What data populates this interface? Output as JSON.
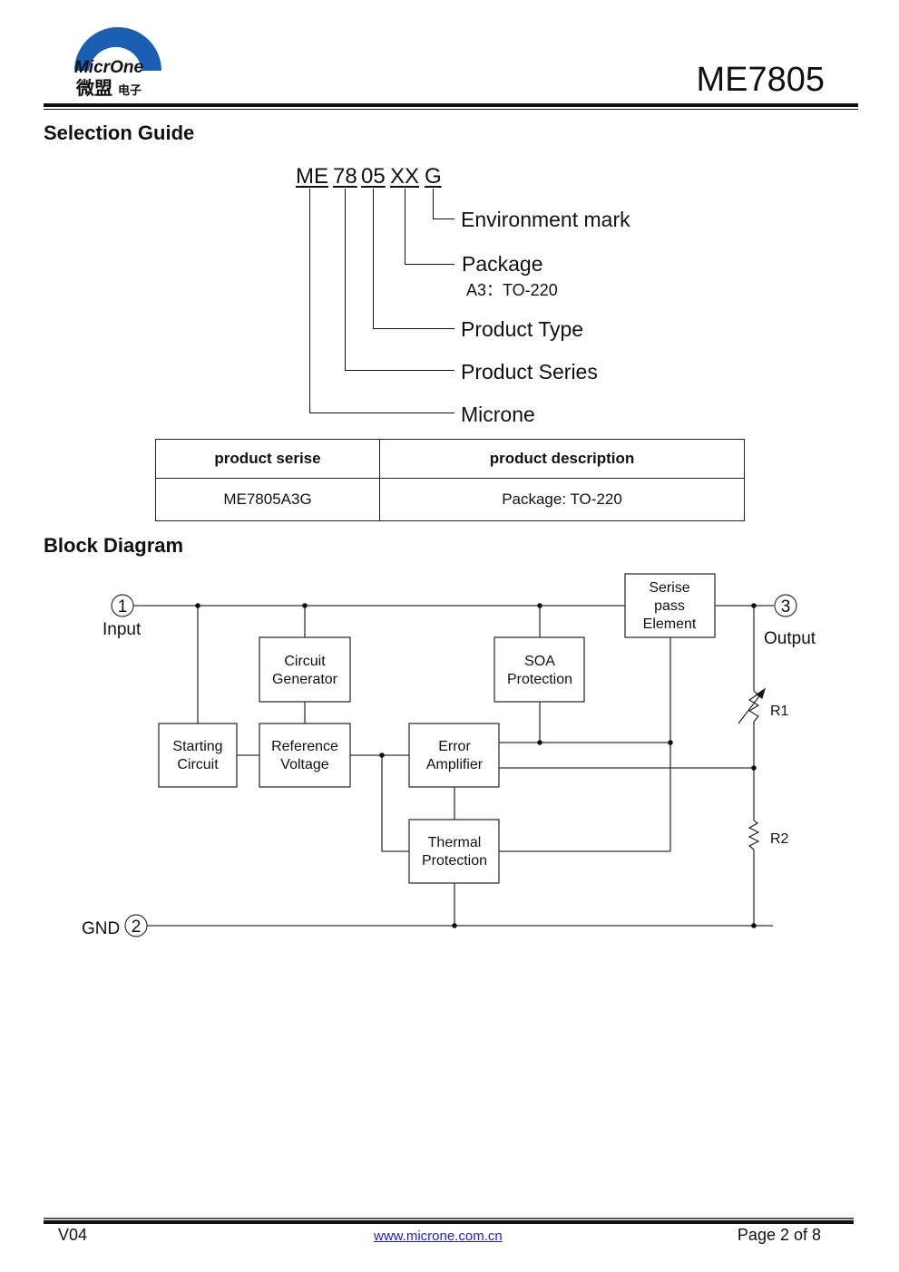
{
  "header": {
    "logo": {
      "brand_latin": "MicrOne",
      "brand_cn_main": "微盟",
      "brand_cn_sub": "电子",
      "brand_color": "#1a5fb4"
    },
    "title": "ME7805"
  },
  "selection_guide": {
    "title": "Selection Guide",
    "code_parts": [
      "ME",
      "78",
      "05",
      "XX",
      "G"
    ],
    "labels": [
      {
        "text": "Environment mark"
      },
      {
        "text": "Package",
        "sub": "A3：TO-220"
      },
      {
        "text": "Product Type"
      },
      {
        "text": "Product Series"
      },
      {
        "text": "Microne"
      }
    ]
  },
  "table": {
    "headers": [
      "product serise",
      "product description"
    ],
    "rows": [
      [
        "ME7805A3G",
        "Package: TO-220"
      ]
    ]
  },
  "block_diagram": {
    "title": "Block Diagram",
    "pins": [
      {
        "number": "1",
        "label": "Input"
      },
      {
        "number": "2",
        "label": "GND"
      },
      {
        "number": "3",
        "label": "Output"
      }
    ],
    "blocks": {
      "serise_pass": [
        "Serise",
        "pass",
        "Element"
      ],
      "circuit_gen": [
        "Circuit",
        "Generator"
      ],
      "soa": [
        "SOA",
        "Protection"
      ],
      "starting": [
        "Starting",
        "Circuit"
      ],
      "reference": [
        "Reference",
        "Voltage"
      ],
      "error_amp": [
        "Error",
        "Amplifier"
      ],
      "thermal": [
        "Thermal",
        "Protection"
      ]
    },
    "resistors": {
      "r1": "R1",
      "r2": "R2"
    }
  },
  "footer": {
    "version": "V04",
    "url": "www.microne.com.cn",
    "page": "Page 2 of 8"
  }
}
